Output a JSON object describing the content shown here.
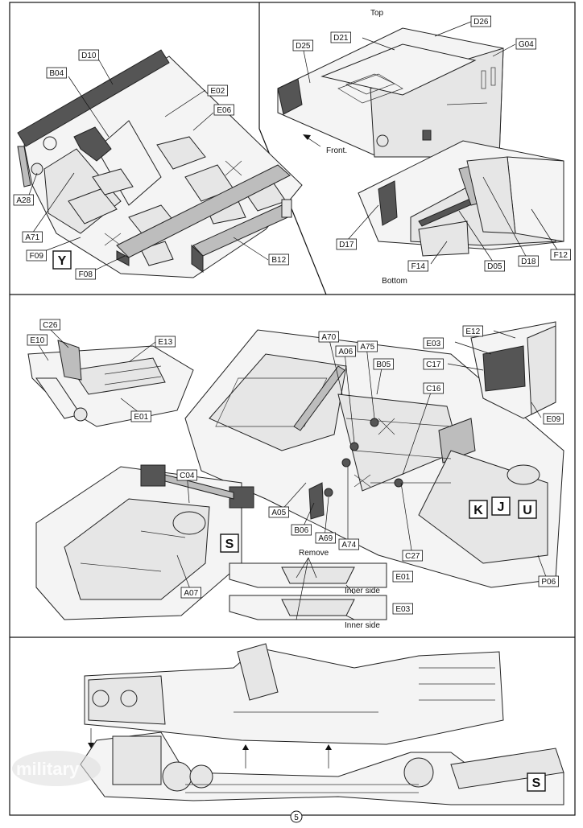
{
  "page": {
    "number": "5"
  },
  "panel_a": {
    "callouts": [
      "D10",
      "B04",
      "E02",
      "E06",
      "A28",
      "A71",
      "F09",
      "F08",
      "B12"
    ],
    "subassembly": "Y"
  },
  "panel_b": {
    "top_text": "Top",
    "bottom_text": "Bottom",
    "front_text": "Front.",
    "callouts": [
      "D26",
      "D21",
      "D25",
      "G04",
      "D17",
      "F14",
      "D05",
      "D18",
      "F12"
    ]
  },
  "panel_c": {
    "callouts": [
      "C26",
      "E10",
      "E13",
      "E01",
      "E12",
      "E03",
      "C17",
      "E09",
      "A70",
      "A06",
      "A75",
      "B05",
      "C16",
      "C04",
      "A05",
      "B06",
      "A69",
      "A74",
      "C27",
      "A07",
      "P06"
    ],
    "subassemblies": [
      "K",
      "J",
      "U",
      "S"
    ],
    "remove_text": "Remove",
    "inner_side_text": "Inner side",
    "detail_labels": [
      "E01",
      "E03"
    ]
  },
  "panel_d": {
    "subassembly": "S"
  },
  "watermark": "military"
}
